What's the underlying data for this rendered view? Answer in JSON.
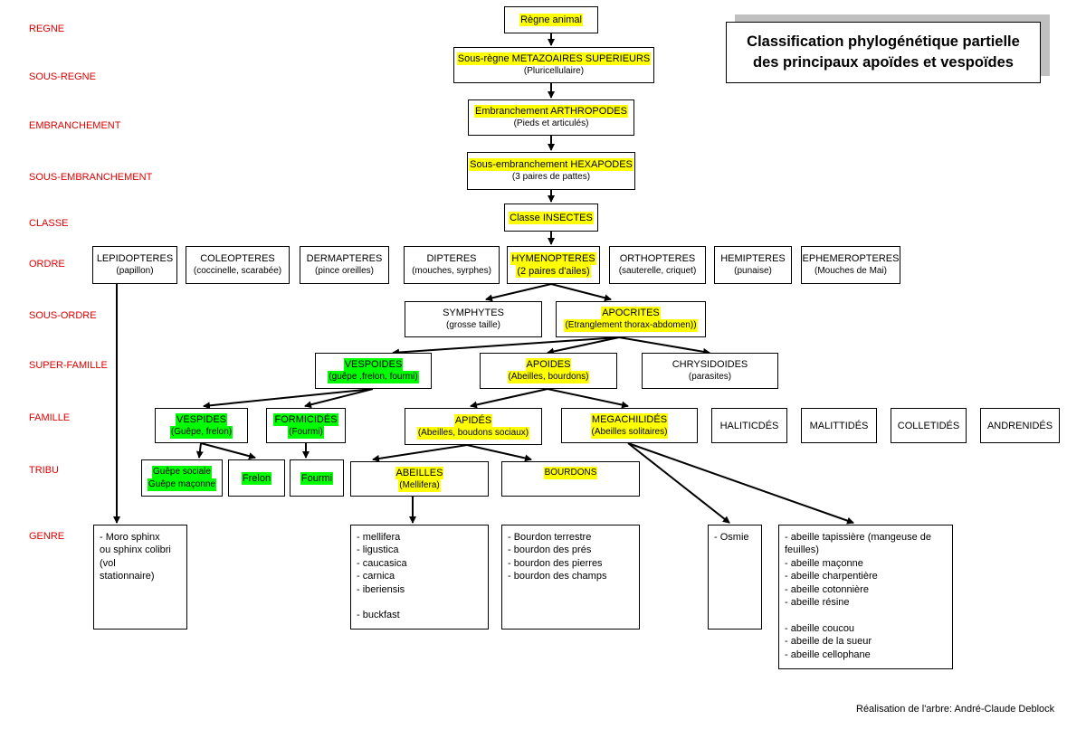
{
  "title": {
    "line1": "Classification phylogénétique partielle",
    "line2": "des principaux apoïdes et vespoïdes"
  },
  "credit": "Réalisation de l'arbre: André-Claude Deblock",
  "ranks": {
    "regne": "REGNE",
    "sous_regne": "SOUS-REGNE",
    "embranchement": "EMBRANCHEMENT",
    "sous_embranchement": "SOUS-EMBRANCHEMENT",
    "classe": "CLASSE",
    "ordre": "ORDRE",
    "sous_ordre": "SOUS-ORDRE",
    "super_famille": "SUPER-FAMILLE",
    "famille": "FAMILLE",
    "tribu": "TRIBU",
    "genre": "GENRE"
  },
  "nodes": {
    "regne_animal": {
      "label": "Règne animal"
    },
    "metazoaires": {
      "label": "Sous-règne METAZOAIRES SUPERIEURS",
      "sub": "(Pluricellulaire)"
    },
    "arthropodes": {
      "label": "Embranchement ARTHROPODES",
      "sub": "(Pieds et articulés)"
    },
    "hexapodes": {
      "label": "Sous-embranchement HEXAPODES",
      "sub": "(3 paires de pattes)"
    },
    "insectes": {
      "label": "Classe INSECTES"
    },
    "lepidopteres": {
      "label": "LEPIDOPTERES",
      "sub": "(papillon)"
    },
    "coleopteres": {
      "label": "COLEOPTERES",
      "sub": "(coccinelle, scarabée)"
    },
    "dermapteres": {
      "label": "DERMAPTERES",
      "sub": "(pince oreilles)"
    },
    "dipteres": {
      "label": "DIPTERES",
      "sub": "(mouches, syrphes)"
    },
    "hymenopteres": {
      "label": "HYMENOPTERES",
      "sub": "(2 paires d'ailes)"
    },
    "orthopteres": {
      "label": "ORTHOPTERES",
      "sub": "(sauterelle, criquet)"
    },
    "hemipteres": {
      "label": "HEMIPTERES",
      "sub": "(punaise)"
    },
    "ephemeropteres": {
      "label": "EPHEMEROPTERES",
      "sub": "(Mouches de Mai)"
    },
    "symphytes": {
      "label": "SYMPHYTES",
      "sub": "(grosse taille)"
    },
    "apocrites": {
      "label": "APOCRITES",
      "sub": "(Etranglement thorax-abdomen))"
    },
    "vespoides": {
      "label": "VESPOIDES",
      "sub": "(guêpe ,frelon, fourmi)"
    },
    "apoides": {
      "label": "APOIDES",
      "sub": "(Abeilles, bourdons)"
    },
    "chrysidoides": {
      "label": "CHRYSIDOIDES",
      "sub": "(parasites)"
    },
    "vespides": {
      "label": "VESPIDES",
      "sub": "(Guêpe, frelon)"
    },
    "formicides": {
      "label": "FORMICIDÉS",
      "sub": "(Fourmi)"
    },
    "apides": {
      "label": "APIDÉS",
      "sub": "(Abeilles, boudons sociaux)"
    },
    "megachilides": {
      "label": "MEGACHILIDÉS",
      "sub": "(Abeilles solitaires)"
    },
    "haliticdes": {
      "label": "HALITICDÉS"
    },
    "malittides": {
      "label": "MALITTIDÉS"
    },
    "colletides": {
      "label": "COLLETIDÉS"
    },
    "andrenides": {
      "label": "ANDRENIDÉS"
    },
    "guepe_sociale": {
      "label": "Guêpe sociale",
      "sub": "Guêpe maçonne"
    },
    "frelon": {
      "label": "Frelon"
    },
    "fourmi": {
      "label": "Fourmi"
    },
    "abeilles": {
      "label": "ABEILLES",
      "sub": "(Mellifera)"
    },
    "bourdons": {
      "label": "BOURDONS"
    }
  },
  "genres": {
    "sphinx": [
      "- Moro sphinx",
      "ou sphinx colibri",
      "(vol",
      "stationnaire)"
    ],
    "mellifera": [
      "- mellifera",
      "- ligustica",
      "- caucasica",
      "- carnica",
      "- iberiensis",
      "",
      "- buckfast"
    ],
    "bourdon": [
      "- Bourdon terrestre",
      "- bourdon des prés",
      "- bourdon des pierres",
      "- bourdon des champs"
    ],
    "osmie": [
      "- Osmie"
    ],
    "solitaires": [
      "- abeille tapissière (mangeuse de",
      "feuilles)",
      "- abeille maçonne",
      "- abeille charpentière",
      "- abeille cotonnière",
      "- abeille résine",
      "",
      "- abeille coucou",
      "- abeille de la sueur",
      "- abeille cellophane"
    ]
  },
  "colors": {
    "rank_label": "#e00000",
    "highlight_yellow": "#ffff00",
    "highlight_green": "#00ff00"
  }
}
